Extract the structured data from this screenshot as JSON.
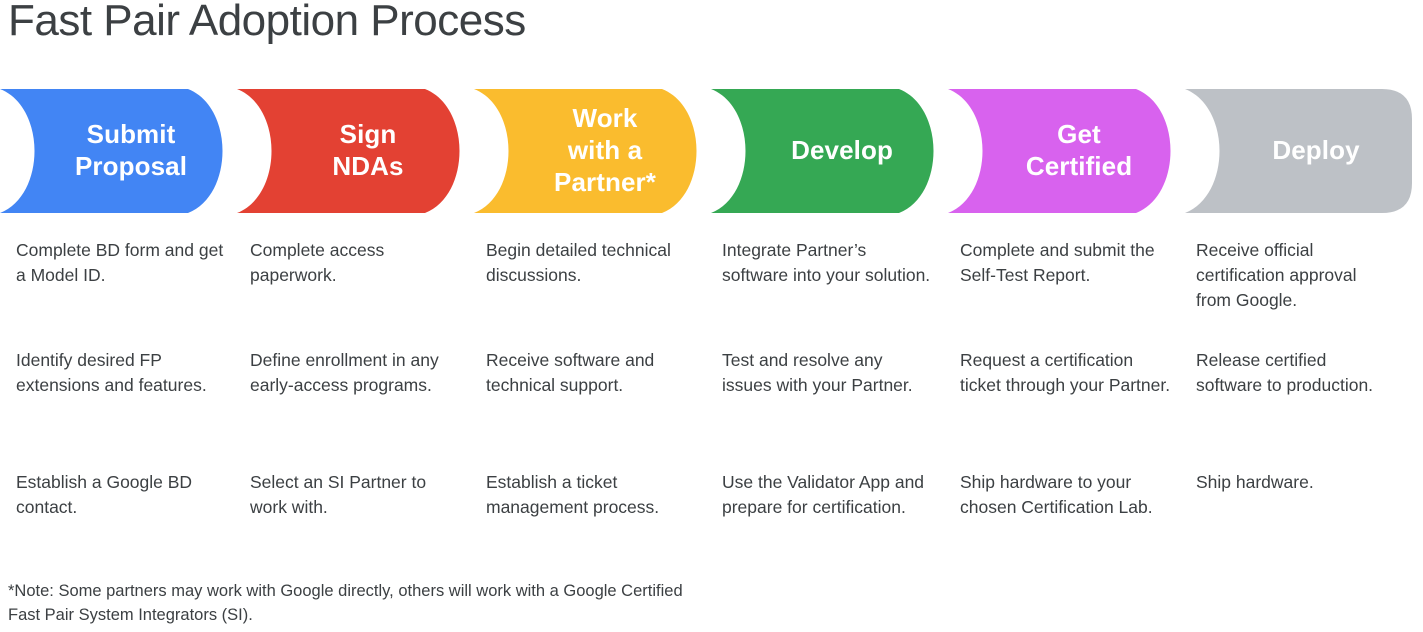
{
  "page": {
    "title": "Fast Pair Adoption Process",
    "background": "#ffffff",
    "text_color": "#3c4043"
  },
  "steps": [
    {
      "label": "Submit Proposal",
      "label_lines": [
        "Submit",
        "Proposal"
      ],
      "color": "#4285F4",
      "color_name": "blue",
      "details": [
        "Complete BD form and get a Model ID.",
        "Identify desired FP extensions and features.",
        "Establish a Google BD contact."
      ]
    },
    {
      "label": "Sign NDAs",
      "label_lines": [
        "Sign",
        "NDAs"
      ],
      "color": "#E34133",
      "color_name": "red",
      "details": [
        "Complete access paperwork.",
        "Define enrollment in any early-access programs.",
        "Select an SI Partner to work with."
      ]
    },
    {
      "label": "Work with a Partner*",
      "label_lines": [
        "Work",
        "with a",
        "Partner*"
      ],
      "color": "#FABC2E",
      "color_name": "yellow",
      "details": [
        "Begin detailed technical discussions.",
        "Receive software and technical support.",
        "Establish a ticket management process."
      ]
    },
    {
      "label": "Develop",
      "label_lines": [
        "Develop"
      ],
      "color": "#35A854",
      "color_name": "green",
      "details": [
        "Integrate Partner’s software into your solution.",
        "Test and resolve any issues with your Partner.",
        "Use the Validator App and prepare for certification."
      ]
    },
    {
      "label": "Get Certified",
      "label_lines": [
        "Get",
        "Certified"
      ],
      "color": "#D862EE",
      "color_name": "magenta",
      "details": [
        "Complete and submit the Self-Test Report.",
        "Request a certification ticket through your Partner.",
        "Ship hardware to your chosen Certification Lab."
      ]
    },
    {
      "label": "Deploy",
      "label_lines": [
        "Deploy"
      ],
      "color": "#BDC1C6",
      "color_name": "gray",
      "details": [
        "Receive official certification approval from Google.",
        "Release certified software to production.",
        "Ship hardware."
      ]
    }
  ],
  "footnote": "*Note: Some partners may work with Google directly, others will work with a Google Certified Fast Pair System Integrators (SI)."
}
